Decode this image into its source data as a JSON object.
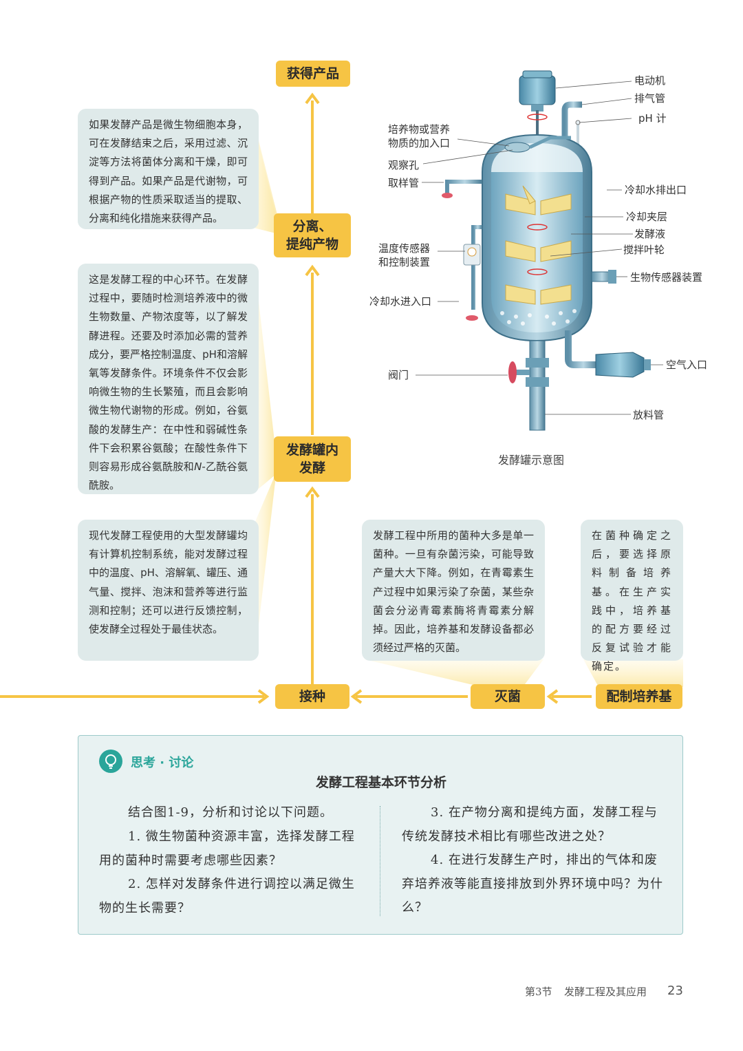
{
  "flow": {
    "get_product": "获得产品",
    "separate_purify": [
      "分离、",
      "提纯产物"
    ],
    "ferment_in_tank": [
      "发酵罐内",
      "发酵"
    ],
    "inoculate": "接种",
    "sterilize": "灭菌",
    "prepare_medium": "配制培养基"
  },
  "notes": {
    "separate": "如果发酵产品是微生物细胞本身，可在发酵结束之后，采用过滤、沉淀等方法将菌体分离和干燥，即可得到产品。如果产品是代谢物，可根据产物的性质采取适当的提取、分离和纯化措施来获得产品。",
    "center_a": "这是发酵工程的中心环节。在发酵过程中，要随时检测培养液中的微生物数量、产物浓度等，以了解发酵进程。还要及时添加必需的营养成分，要严格控制温度、pH和溶解氧等发酵条件。环境条件不仅会影响微生物的生长繁殖，而且会影响微生物代谢物的形成。例如，谷氨酸的发酵生产：在中性和弱碱性条件下会积累谷氨酸；在酸性条件下则容易形成谷氨酰胺和",
    "center_italic": "N",
    "center_b": "-乙酰谷氨酰胺。",
    "computer": "现代发酵工程使用的大型发酵罐均有计算机控制系统，能对发酵过程中的温度、pH、溶解氧、罐压、通气量、搅拌、泡沫和营养等进行监测和控制；还可以进行反馈控制，使发酵全过程处于最佳状态。",
    "strain": "发酵工程中所用的菌种大多是单一菌种。一旦有杂菌污染，可能导致产量大大下降。例如，在青霉素生产过程中如果污染了杂菌，某些杂菌会分泌青霉素酶将青霉素分解掉。因此，培养基和发酵设备都必须经过严格的灭菌。",
    "medium": "在菌种确定之后，要选择原料制备培养基。在生产实践中，培养基的配方要经过反复试验才能确定。"
  },
  "tank_labels": {
    "motor": "电动机",
    "exhaust": "排气管",
    "ph_meter": "pH 计",
    "feed_inlet": [
      "培养物或营养",
      "物质的加入口"
    ],
    "sight_hole": "观察孔",
    "sampling": "取样管",
    "cooling_out": "冷却水排出口",
    "cooling_jacket": "冷却夹层",
    "broth": "发酵液",
    "impeller": "搅拌叶轮",
    "temp_sensor": [
      "温度传感器",
      "和控制装置"
    ],
    "biosensor": "生物传感器装置",
    "cooling_in": "冷却水进入口",
    "air_inlet": "空气入口",
    "valve": "阀门",
    "discharge": "放料管",
    "caption": "发酵罐示意图"
  },
  "discussion": {
    "header": "思考 · 讨论",
    "title": "发酵工程基本环节分析",
    "intro": "结合图1-9，分析和讨论以下问题。",
    "q1": "1.  微生物菌种资源丰富，选择发酵工程用的菌种时需要考虑哪些因素？",
    "q2": "2.  怎样对发酵条件进行调控以满足微生物的生长需要？",
    "q3": "3.  在产物分离和提纯方面，发酵工程与传统发酵技术相比有哪些改进之处？",
    "q4": "4.  在进行发酵生产时，排出的气体和废弃培养液等能直接排放到外界环境中吗？为什么？"
  },
  "footer": {
    "section": "第3节",
    "chapter": "发酵工程及其应用",
    "page": "23"
  },
  "colors": {
    "accent_yellow": "#f6c444",
    "note_bg": "#dfeaea",
    "teal": "#2aa59a"
  }
}
